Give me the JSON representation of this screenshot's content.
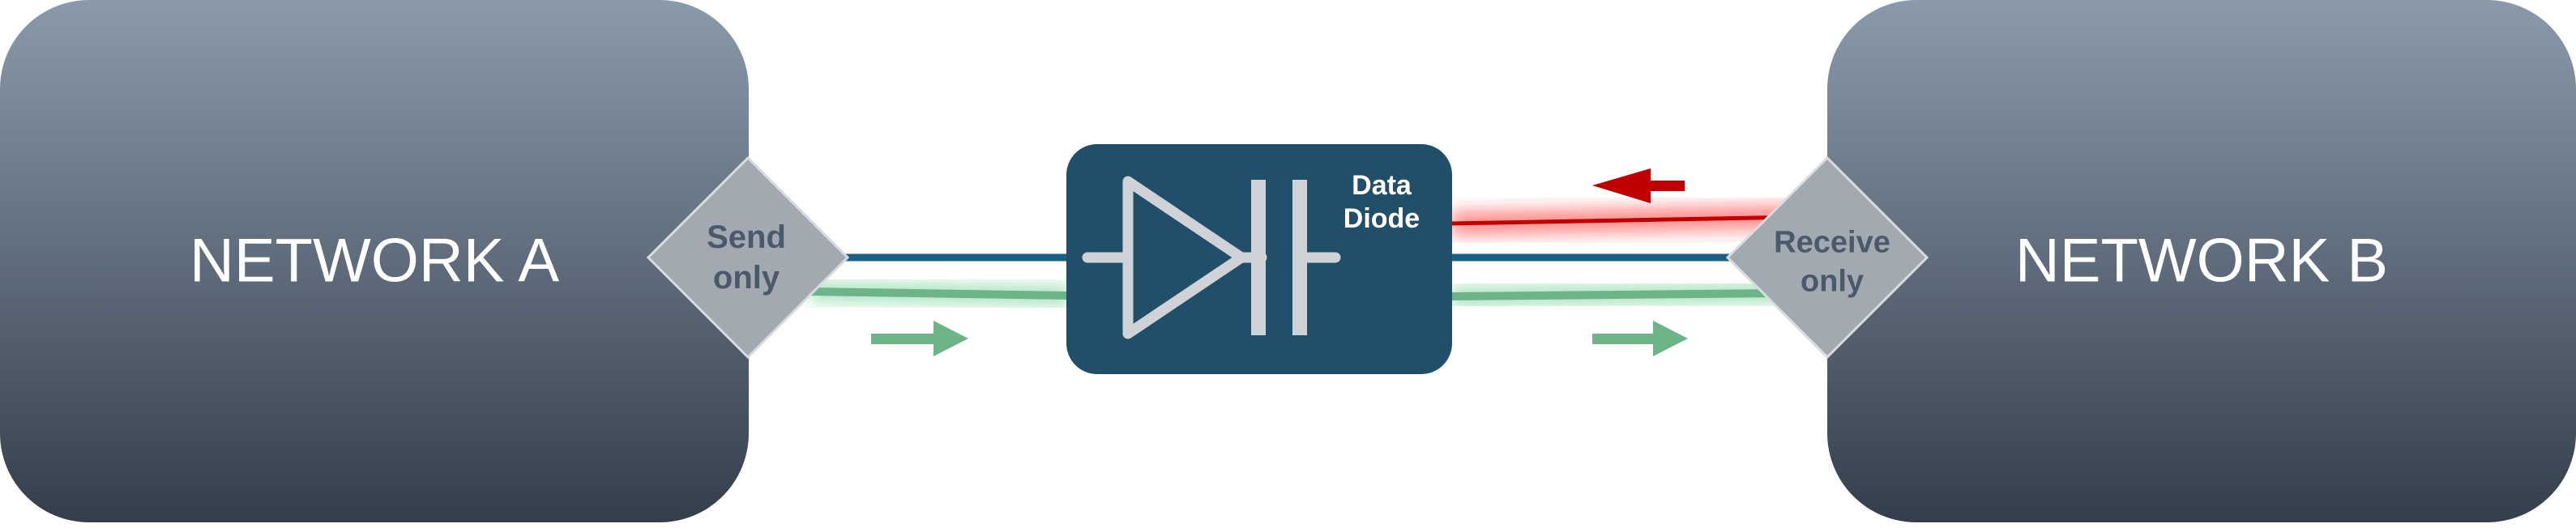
{
  "network_a": {
    "label": "NETWORK A"
  },
  "network_b": {
    "label": "NETWORK B"
  },
  "send_port": {
    "line1": "Send",
    "line2": "only"
  },
  "receive_port": {
    "line1": "Receive",
    "line2": "only"
  },
  "diode": {
    "line1": "Data",
    "line2": "Diode"
  },
  "colors": {
    "network_top": "#8b9aab",
    "network_bottom": "#343e4b",
    "port_fill": "#a2a9b1",
    "diode_fill": "#214e68",
    "link_blue": "#1a5f86",
    "flow_green": "#6db489",
    "blocked_red": "#c00000"
  }
}
